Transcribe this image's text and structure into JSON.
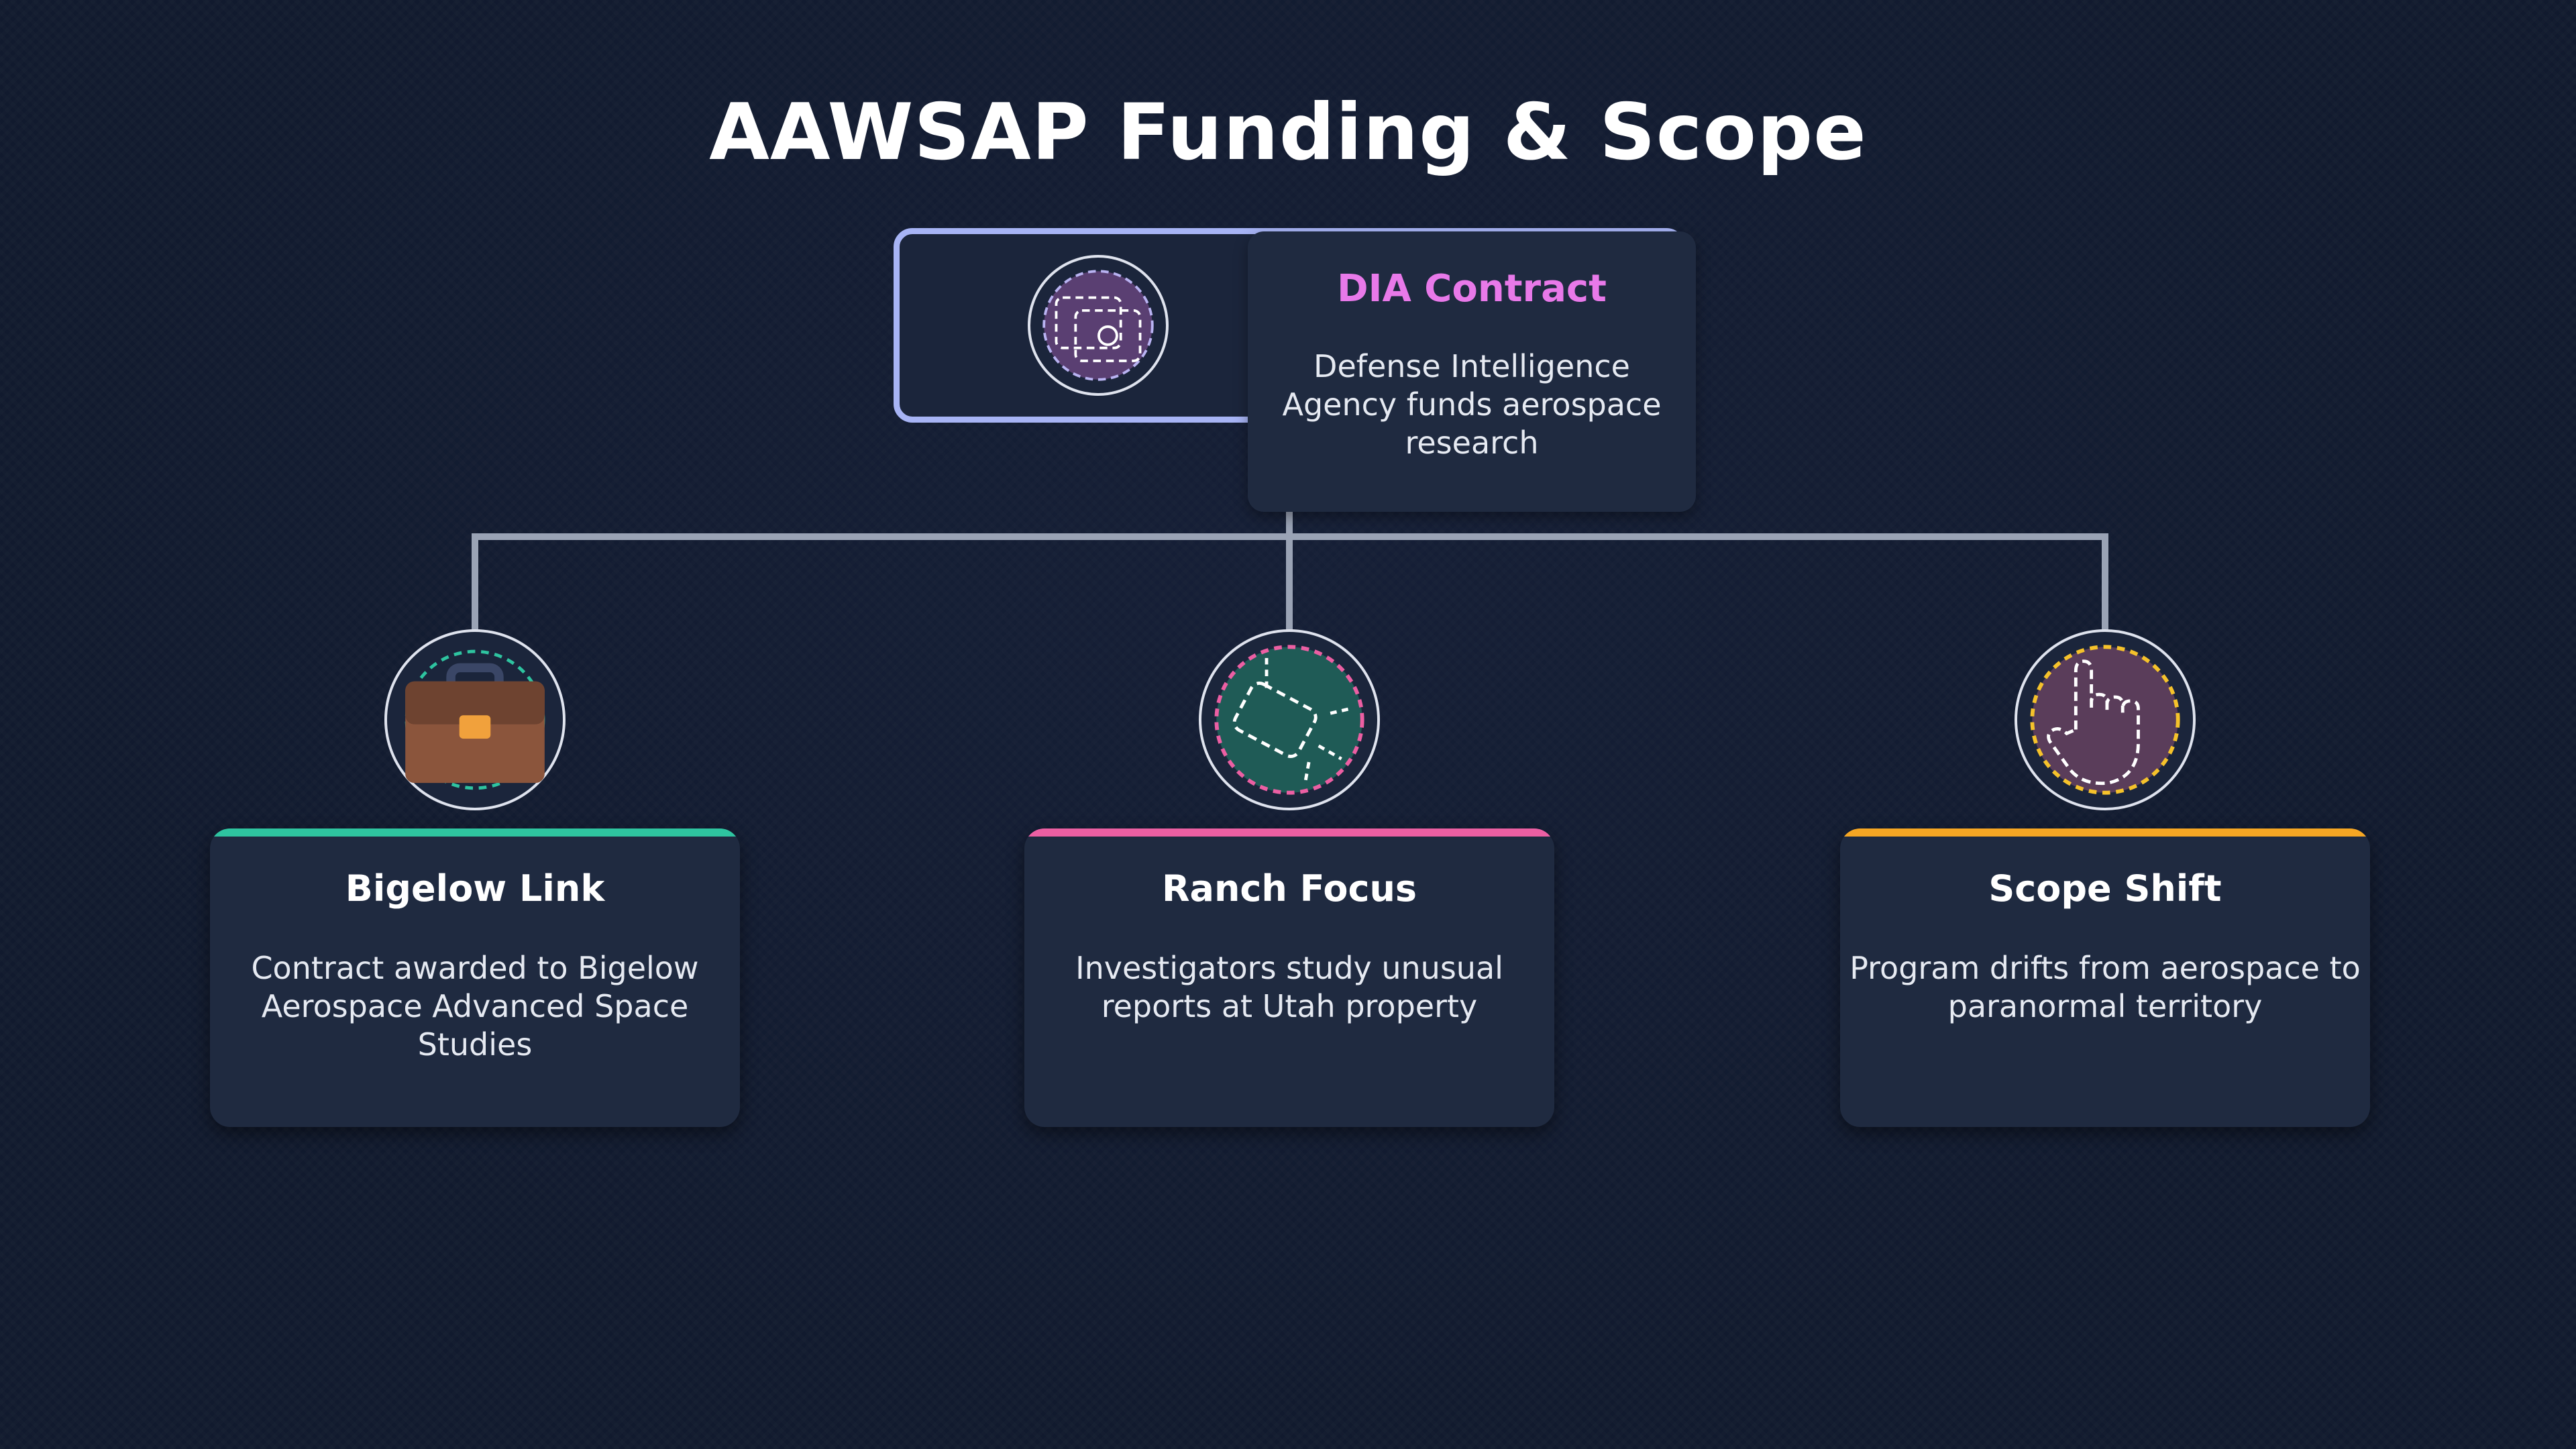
{
  "title": "AAWSAP Funding & Scope",
  "colors": {
    "background": "#111a2e",
    "connector": "#9aa3b5",
    "top_border": "#a7b4f5",
    "top_heading": "#e879e9",
    "accent_teal": "#2ec4a0",
    "accent_pink": "#ec5fa3",
    "accent_amber": "#f5a623"
  },
  "top": {
    "heading": "DIA Contract",
    "description": "Defense Intelligence Agency funds aerospace research",
    "icon": "wallet-icon"
  },
  "children": [
    {
      "title": "Bigelow Link",
      "description": "Contract awarded to Bigelow Aerospace Advanced Space Studies",
      "icon": "briefcase-icon"
    },
    {
      "title": "Ranch Focus",
      "description": "Investigators study unusual reports at Utah property",
      "icon": "satellite-icon"
    },
    {
      "title": "Scope Shift",
      "description": "Program drifts from aerospace to paranormal territory",
      "icon": "pointing-hand-icon"
    }
  ]
}
